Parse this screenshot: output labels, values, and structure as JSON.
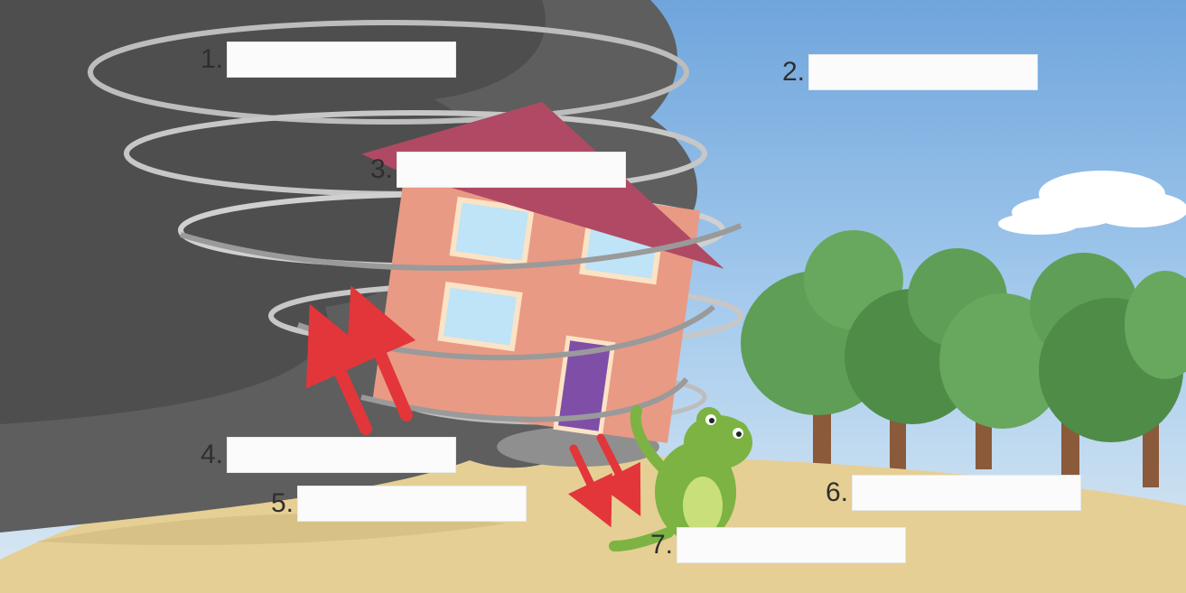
{
  "labels": [
    {
      "number": "1.",
      "answer": ""
    },
    {
      "number": "2.",
      "answer": ""
    },
    {
      "number": "3.",
      "answer": ""
    },
    {
      "number": "4.",
      "answer": ""
    },
    {
      "number": "5.",
      "answer": ""
    },
    {
      "number": "6.",
      "answer": ""
    },
    {
      "number": "7.",
      "answer": ""
    }
  ],
  "colors": {
    "sky": "#a9cdee",
    "storm": "#5e5e5e",
    "ground": "#e6cf94",
    "roof": "#b04a64",
    "walls": "#e99a84",
    "door": "#7f4fa8",
    "trees": "#5f9e57",
    "frog": "#7cb342",
    "arrows": "#e2363a"
  }
}
